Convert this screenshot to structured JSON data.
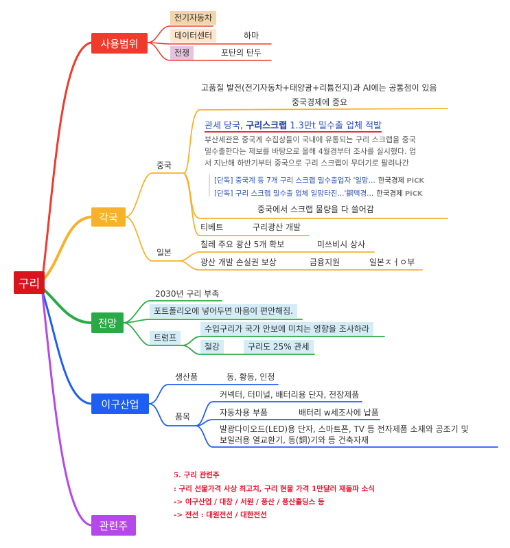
{
  "root": {
    "label": "구리",
    "color": "#d8141f"
  },
  "branches": {
    "usage": {
      "label": "사용범위",
      "color": "#ef3a2c",
      "items": [
        {
          "label": "전기자동차"
        },
        {
          "label": "데이터센터",
          "note": "하마"
        },
        {
          "label": "전쟁",
          "note": "포탄의 탄두"
        }
      ]
    },
    "countries": {
      "label": "각국",
      "color": "#f7b12a",
      "top_text": "고품질 발전(전기자동차+태양광+리튬전지)과 AI에는 공통점이 있음",
      "top_note": "중국경제에 중요",
      "china": {
        "label": "중국",
        "news": {
          "headline_pre": "관세 당국, ",
          "headline_bold": "구리스크랩",
          "headline_post": " 1.3만t 밀수출 업체 적발",
          "body": [
            "부산세관은 중국계 수집상들이 국내에 유통되는 구리 스크랩을 중국",
            "밀수출한다는 제보를 바탕으로 올해 4월경부터 조사를 실시했다. 업",
            "서 지난해 하반기부터 중국으로 구리 스크랩이 무더기로 팔려나간 "
          ],
          "related": [
            {
              "title": "[단독] 중국계 등 7개 구리 스크랩 밀수출업자 '일망...",
              "source": "한국경제",
              "badge": "PiCK"
            },
            {
              "title": "[단독] 구리 스크랩 밀수출 업체 일망타진...'銅맥경...",
              "source": "한국경제",
              "badge": "PiCK"
            }
          ]
        },
        "scrap_note": "중국에서 스크랩 물량을 다 쓸어감"
      },
      "tibet": {
        "label": "티베트",
        "note": "구리광산 개발"
      },
      "japan": {
        "label": "일본",
        "items": [
          {
            "label": "칠레 주요 광산 5개 확보",
            "note": "미쓰비시 상사"
          },
          {
            "label": "광산 개발 손실권 보상",
            "note": "금융지원",
            "note2": "일본ㅈㅓㅇ부"
          }
        ]
      }
    },
    "outlook": {
      "label": "전망",
      "color": "#2aaa46",
      "items": [
        "2030년 구리 부족",
        "포트폴리오에 넣어두면 마음이 편안해짐."
      ],
      "trump": {
        "label": "트럼프",
        "items": [
          "수입구리가 국가 안보에 미치는 영향을 조사하라"
        ],
        "steel": "철강",
        "tariff": "구리도 25% 관세"
      }
    },
    "igu": {
      "label": "이구산업",
      "color": "#1e5ef2",
      "products": {
        "label": "생산품",
        "value": "동, 황동, 인청"
      },
      "items": {
        "label": "품목",
        "list": [
          "커넥터, 터미널, 배터리용 단자, 전장제품",
          "자동차용 부품",
          "발광다이오드(LED)용 단자, 스마트폰, TV 등 전자제품 소재와 공조기 및",
          "보일러용 열교환기, 동(銅)기와 등 건축자재"
        ],
        "battery_note": "배터리 w세조사에 납품"
      }
    },
    "stocks": {
      "label": "관련주",
      "color": "#b647ea",
      "lines": [
        "5. 구리 관련주",
        ": 구리 선물가격 사상 최고치, 구리 현물 가격 1만달러 재돌파 소식",
        "-> 이구산업 / 대창 / 서원 / 풍산 / 풍산홀딩스 등",
        "-> 전선 : 대원전선 / 대한전선"
      ]
    }
  }
}
